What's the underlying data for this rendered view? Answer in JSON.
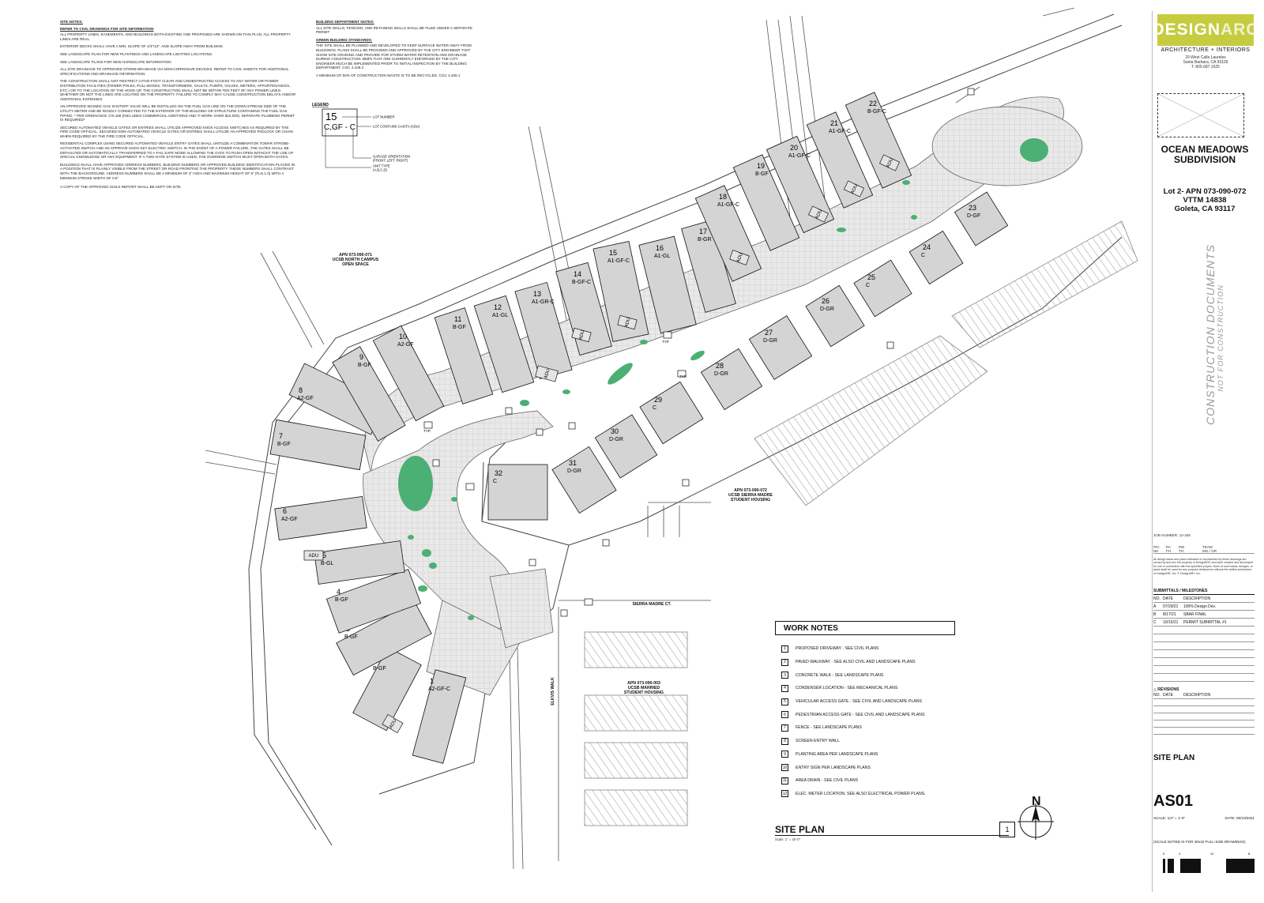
{
  "site_notes": {
    "heading": "SITE NOTES:",
    "subheading": "REFER TO CIVIL DRAWINGS FOR SITE INFORMATION",
    "items": [
      "ALL PROPERTY LINES, EASEMENTS, AND BUILDINGS BOTH EXISTING AND PROPOSED ARE SHOWN ON THIS PLAN. ALL PROPERTY LINES ARE REAL.",
      "EXTERIOR DECKS SHALL HAVE A MIN. SLOPE OF 1/4\"/12\", AND SLOPE AWAY FROM BUILDING",
      "SEE LANDSCAPE PLAN FOR NEW PLANTINGS AND LANDSCAPE LIGHTING LOCATIONS",
      "SEE LANDSCAPE PLANS FOR NEW HARDSCAPE INFORMATION",
      "ALL SITE DRAINAGE TO APPROVED STORM DRAINAGE VIA NON-CORROSIVE DEVICES. REFER TO CIVIL SHEETS FOR ADDITIONAL SPECIFICATIONS AND DRAINAGE INFORMATION.",
      "THE CONSTRUCTION SHALL NOT RESTRICT A FIVE-FOOT CLEAR AND UNOBSTRUCTED ACCESS TO ANY WATER OR POWER DISTRIBUTION FACILITIES (POWER POLES, PULL-BOXES, TRANSFORMERS, VAULTS, PUMPS, VALVES, METERS, APPURTENANCES, ETC.) OR TO THE LOCATION OF THE HOOK-UP. THE CONSTRUCTION SHALL NOT BE WITHIN TEN FEET OF ANY POWER LINES-WHETHER OR NOT THE LINES ARE LOCATED ON THE PROPERTY. FAILURE TO COMPLY MAY CAUSE CONSTRUCTION DELAYS AND/OR ADDITIONAL EXPENSES",
      "AN APPROVED SEISMIC GAS SHUTOFF VALVE WILL BE INSTALLED ON THE FUEL GAS LINE ON THE DOWN STREAM SIDE OF THE UTILITY METER AND BE RIGIDLY CONNECTED TO THE EXTERIOR OF THE BUILDING OR STRUCTURE CONTAINING THE FUEL GAS PIPING. * PER ORDINANCE 170,158 (INCLUDES COMMERCIAL ADDITIONS AND TI WORK OVER $10,000). SEPARATE PLUMBING PERMIT IS REQUIRED*",
      "SECURED AUTOMATED VEHICLE GATES OR ENTRIES SHALL UTILIZE APPROVED KNOX ACCESS SWITCHES AS REQUIRED BY THE FIRE CODE OFFICIAL. SECURED NON-AUTOMATED VEHICLE GATES OR ENTRIES SHALL UTILIZE AN APPROVED PADLOCK OR CHAIN WHEN REQUIRED BY THE FIRE CODE OFFICIAL.",
      "RESIDENTIAL COMPLEX USING SECURED AUTOMATED VEHICLE ENTRY GATES SHALL UNTILIZE A COMBINATION TOMAR STROBE-ACTIVATED SWITCH AND AN APPROVE KNOX KEY ELECTRIC SWITCH. IN THE EVENT OF A POWER FAILURE, THE GATES SHALL BE DEFAULTED OR AUTOMATICALLY TRANSFERRED TO A FAIL SAFE MODE ALLOWING THE GATE TO PUSH OPEN WITHOUT THE USE OF SPECIAL KNOWLEDGE OR ANY EQUIPMENT. IF A TWO-GATE SYSTEM IS USED, THE OVERRIDE SWITCH MUST OPEN BOTH GATES.",
      "BUILDINGS SHALL HAVE APPROVED ADDRESS NUMBERS, BUILDING NUMBERS OR APPROVED BUILDING IDENTIFICATION PLACED IN A POSITION THAT IS PLAINLY VISIBLE FROM THE STREET OR ROAD FRONTING THE PROPERTY. THESE NUMBERS SHALL CONTRAST WITH THE BACKGROUND. ADDRESS NUMBERS SHALL BE A MINIMUM OF 4\" HIGH AND MAXIMUM HEIGHT OF 6\" (FLN 1.0) WITH A MINIMUM STROKE WIDTH OF 0.5\"",
      "A COPY OF THE APPROVED SOILS REPORT SHALL BE KEPT ON SITE."
    ]
  },
  "building_notes": {
    "heading": "BUILDING DEPARTMENT NOTES:",
    "item": "ALL SITE WALLS, FENCING, AND RETAINING WALLS SHALL BE FILED UNDER A SEPARATE PERMIT",
    "green_heading": "GREEN BUILDING STANDARDS:",
    "green_items": [
      "THE SITE SHALL BE PLANNED AND DEVELOPED TO KEEP SURFACE WATER AWAY FROM BUILDINGS. PLANS SHALL BE PROVIDED AND APPROVED BY THE CITY ENGINEER THAT SHOW SITE GRADING AND PROVIDE FOR STORM WATER RETENTION AND DRAINAGE DURING CONSTRUCTION. BMPs THAT ARE CURRENTLY ENFORCED BY THE CITY ENGINEER MUCH BE IMPLEMENTED PRIOR TO INITIAL INSPECTION BY THE BUILDING DEPARTMENT. CGC 4.106.3",
      "A MINIMUM OF 50% OF CONSTRUCTION WASTE IS TO BE RECYCLED. CGC 4.408.1"
    ]
  },
  "legend": {
    "heading": "LEGEND",
    "lot_number": "15",
    "type_code": "C,GF - C",
    "lot_label": "LOT NUMBER",
    "adu_label": "LOT CONTAINS CASITA (ADU)",
    "garage_label": "GARAGE ORIENTATION",
    "garage_sub": "(FRONT, LEFT, RIGHT)",
    "unit_label": "UNIT TYPE",
    "unit_sub": "(A,B,C,D)"
  },
  "lots": [
    {
      "num": "1",
      "type": "A2-GF-C"
    },
    {
      "num": "2",
      "type": "B-GF"
    },
    {
      "num": "3",
      "type": "B-GF"
    },
    {
      "num": "4",
      "type": "B-GF"
    },
    {
      "num": "5",
      "type": "B-GL"
    },
    {
      "num": "6",
      "type": "A2-GF"
    },
    {
      "num": "7",
      "type": "B-GF"
    },
    {
      "num": "8",
      "type": "A2-GF"
    },
    {
      "num": "9",
      "type": "B-GF"
    },
    {
      "num": "10",
      "type": "A2-GF"
    },
    {
      "num": "11",
      "type": "B-GF"
    },
    {
      "num": "12",
      "type": "A1-GL"
    },
    {
      "num": "13",
      "type": "A1-GR-C"
    },
    {
      "num": "14",
      "type": "B-GF-C"
    },
    {
      "num": "15",
      "type": "A1-GF-C"
    },
    {
      "num": "16",
      "type": "A1-GL"
    },
    {
      "num": "17",
      "type": "B-GR"
    },
    {
      "num": "18",
      "type": "A1-GF-C"
    },
    {
      "num": "19",
      "type": "B-GF"
    },
    {
      "num": "20",
      "type": "A1-GF-C"
    },
    {
      "num": "21",
      "type": "A1-GF-C"
    },
    {
      "num": "22",
      "type": "B-GF-C"
    },
    {
      "num": "23",
      "type": "D-GF"
    },
    {
      "num": "24",
      "type": "C"
    },
    {
      "num": "25",
      "type": "C"
    },
    {
      "num": "26",
      "type": "D-GR"
    },
    {
      "num": "27",
      "type": "D-GR"
    },
    {
      "num": "28",
      "type": "D-GR"
    },
    {
      "num": "29",
      "type": "C"
    },
    {
      "num": "30",
      "type": "D-GR"
    },
    {
      "num": "31",
      "type": "D-GR"
    },
    {
      "num": "32",
      "type": "C"
    }
  ],
  "adu_label": "ADU",
  "typ_label": "TYP.",
  "apn_labels": {
    "north_campus": [
      "APN 073-090-071",
      "UCSB NORTH CAMPUS",
      "OPEN SPACE"
    ],
    "sierra_madre": [
      "APN 073-090-072",
      "UCSB SIERRA MADRE",
      "STUDENT HOUSING"
    ],
    "married": [
      "APN 073-090-003",
      "UCSB MARRIED",
      "STUDENT HOUSING"
    ],
    "street": "SIERRA MADRE CT.",
    "walk": "ELKVIS WALK"
  },
  "work_notes": {
    "title": "WORK NOTES",
    "items": [
      {
        "num": "1",
        "text": "PROPOSED DRIVEWAY - SEE CIVIL PLANS"
      },
      {
        "num": "2",
        "text": "PAVED WALKWAY - SEE ALSO CIVIL AND LANDSCAPE PLANS"
      },
      {
        "num": "3",
        "text": "CONCRETE WALK - SEE LANDSCAPE PLANS"
      },
      {
        "num": "4",
        "text": "CONDENSER LOCATION - SEE MECHANICAL PLANS"
      },
      {
        "num": "5",
        "text": "VEHICULAR ACCESS GATE - SEE CIVIL AND LANDSCAPE PLANS"
      },
      {
        "num": "6",
        "text": "PEDESTRIAN ACCESS GATE - SEE CIVIL AND LANDSCAPE PLANS"
      },
      {
        "num": "7",
        "text": "FENCE - SEE LANDSCAPE PLANS"
      },
      {
        "num": "8",
        "text": "SCREEN ENTRY WALL"
      },
      {
        "num": "9",
        "text": "PLANTING AREA PER LANDSCAPE PLANS"
      },
      {
        "num": "10",
        "text": "ENTRY SIGN PER LANDSCAPE PLANS"
      },
      {
        "num": "11",
        "text": "AREA DRAIN - SEE CIVIL PLANS"
      },
      {
        "num": "12",
        "text": "ELEC. METER LOCATION. SEE ALSO ELECTRICAL POWER PLANS."
      }
    ]
  },
  "plan_title": {
    "title": "SITE PLAN",
    "scale": "Scale: 1\" = 30'-0\"",
    "drawing_number": "1",
    "north": "N"
  },
  "title_block": {
    "logo_a": "DESIGN",
    "logo_b": "ARC",
    "firm_line": "ARCHITECTURE + INTERIORS",
    "address": [
      "29 West Calle Laureles",
      "Santa Barbara, CA 93105",
      "T: 805.687.1525"
    ],
    "project": [
      "OCEAN MEADOWS",
      "SUBDIVISION"
    ],
    "lot": [
      "Lot 2- APN 073-090-072",
      "VTTM 14838",
      "Goleta, CA 93117"
    ],
    "status": "CONSTRUCTION DOCUMENTS",
    "status_sub": "NOT FOR CONSTRUCTION",
    "job_label": "JOB NUMBER:",
    "job_value": "12-345",
    "team_headers": [
      "PIC",
      "PA",
      "PM",
      "TEAM"
    ],
    "team_values": [
      "NK",
      "FH",
      "TH",
      "MG / GR"
    ],
    "disclaimer": "All design ideas and plans indicated or represented by these drawings are owned by and are the property of DesignARC and were created and developed for use in connection with the specified project. None of such ideas, designs, or plans shall be used for any purpose whatsoever without the written permission of DesignARC Inc. © DesignARC Inc.",
    "submittals_heading": "SUBMITTALS / MILESTONES",
    "submittals_cols": [
      "NO.",
      "DATE",
      "DESCRIPTION"
    ],
    "submittals": [
      {
        "no": "A",
        "date": "07/29/21",
        "desc": "100% Design Dev."
      },
      {
        "no": "B",
        "date": "8/17/21",
        "desc": "SBAR FINAL"
      },
      {
        "no": "C",
        "date": "10/15/21",
        "desc": "PERMIT SUBMITTAL #1"
      }
    ],
    "revisions_heading": "REVISIONS",
    "revisions_cols": [
      "NO.",
      "DATE",
      "DESCRIPTION"
    ],
    "sheet_title": "SITE PLAN",
    "sheet_number": "AS01",
    "scale_label": "SCALE:",
    "scale_value": "1/4\" = 1'-0\"",
    "date_label": "DATE:",
    "date_value": "05/10/2021",
    "scale_note": "(SCALE NOTED IS FOR 30x42 FULL-SIZE DRAWINGS)",
    "bar_ticks": [
      "0",
      "4",
      "12",
      "8"
    ]
  },
  "colors": {
    "accent": "#c6cc3f",
    "building": "#d4d4d4",
    "planting": "#4caf73",
    "paving": "#e8e8e8"
  }
}
